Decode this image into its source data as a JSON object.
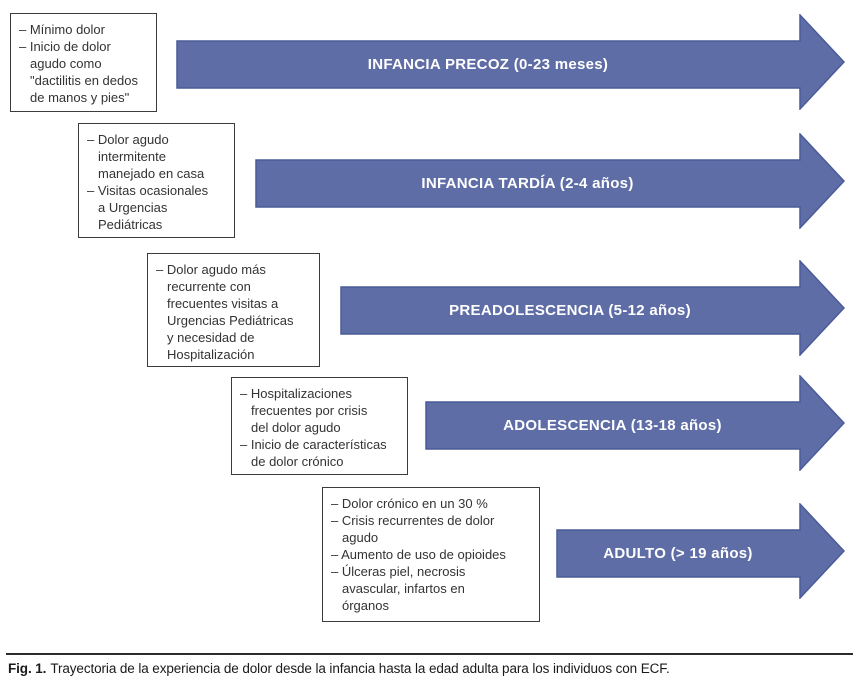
{
  "figure": {
    "stages": [
      {
        "box": {
          "items": [
            "Mínimo dolor",
            "Inicio de dolor\nagudo como\n\"dactilitis en dedos\nde manos y pies\""
          ]
        },
        "arrow_label": "INFANCIA PRECOZ (0-23 meses)"
      },
      {
        "box": {
          "items": [
            "Dolor agudo\nintermitente\nmanejado en casa",
            "Visitas ocasionales\na Urgencias\nPediátricas"
          ]
        },
        "arrow_label": "INFANCIA TARDÍA (2-4 años)"
      },
      {
        "box": {
          "items": [
            "Dolor agudo más\nrecurrente con\nfrecuentes visitas a\nUrgencias Pediátricas\ny necesidad de\nHospitalización"
          ]
        },
        "arrow_label": "PREADOLESCENCIA (5-12 años)"
      },
      {
        "box": {
          "items": [
            "Hospitalizaciones\nfrecuentes por crisis\ndel dolor agudo",
            "Inicio de características\nde dolor crónico"
          ]
        },
        "arrow_label": "ADOLESCENCIA (13-18 años)"
      },
      {
        "box": {
          "items": [
            "Dolor crónico en un 30 %",
            "Crisis recurrentes de dolor\nagudo",
            "Aumento de uso de opioides",
            "Úlceras piel, necrosis\navascular, infartos en\nórganos"
          ]
        },
        "arrow_label": "ADULTO (> 19 años)"
      }
    ],
    "caption": {
      "fig_label": "Fig. 1.",
      "text": "Trayectoria de la experiencia de dolor desde la infancia hasta la edad adulta para los individuos con ECF."
    },
    "colors": {
      "arrow_fill": "#5e6da6",
      "arrow_border": "#4a5b99",
      "arrow_text": "#ffffff",
      "box_border": "#3c3c3c",
      "box_text": "#333333"
    }
  }
}
